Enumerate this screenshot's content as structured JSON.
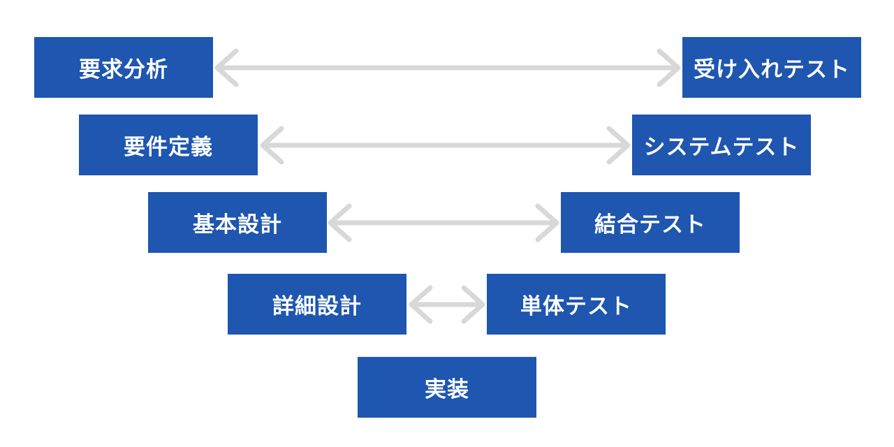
{
  "diagram": {
    "type": "v-model",
    "levels": [
      {
        "phase": "要求分析",
        "test": "受け入れテスト"
      },
      {
        "phase": "要件定義",
        "test": "システムテスト"
      },
      {
        "phase": "基本設計",
        "test": "結合テスト"
      },
      {
        "phase": "詳細設計",
        "test": "単体テスト"
      },
      {
        "phase": "実装"
      }
    ],
    "colors": {
      "box_background": "#1e56b0",
      "box_text": "#ffffff",
      "arrow": "#d8d8d8",
      "page_background": "#ffffff"
    }
  }
}
